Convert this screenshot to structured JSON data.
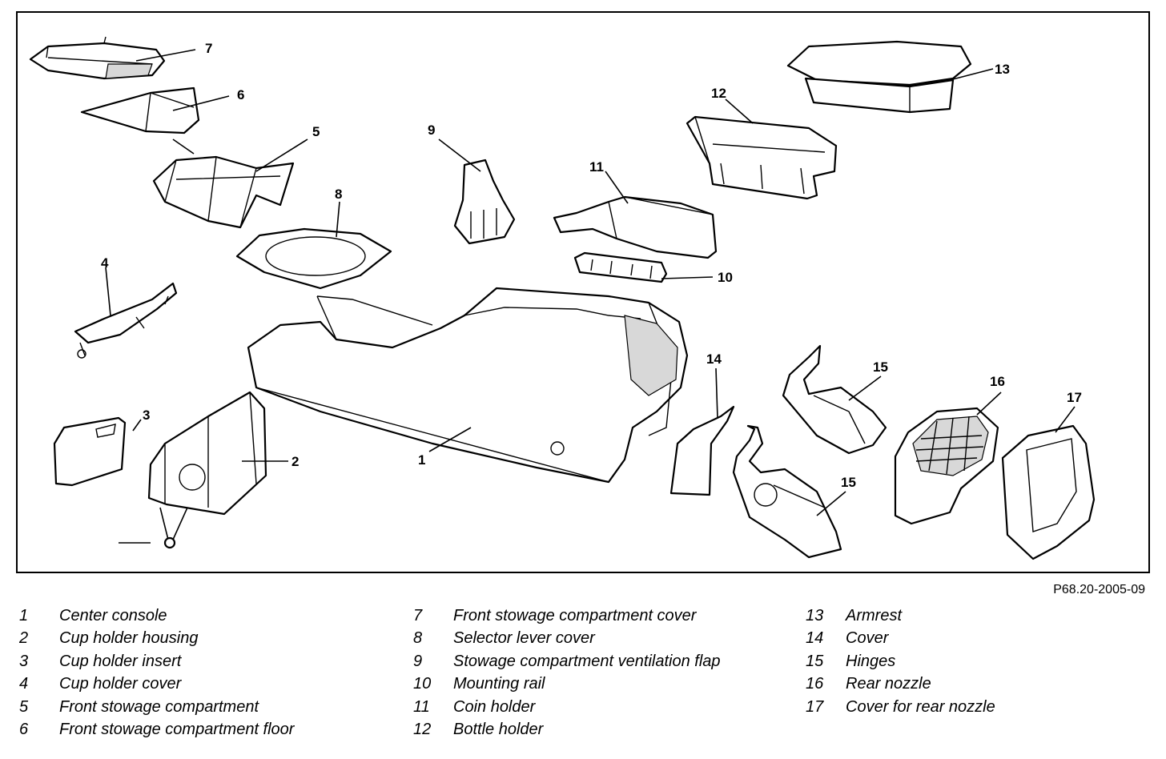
{
  "figure_id": "P68.20-2005-09",
  "callouts": [
    "1",
    "2",
    "3",
    "4",
    "5",
    "6",
    "7",
    "8",
    "9",
    "10",
    "11",
    "12",
    "13",
    "14",
    "15",
    "15",
    "16",
    "17"
  ],
  "legend": {
    "column1": [
      {
        "num": "1",
        "label": "Center console"
      },
      {
        "num": "2",
        "label": "Cup holder housing"
      },
      {
        "num": "3",
        "label": "Cup holder insert"
      },
      {
        "num": "4",
        "label": "Cup holder cover"
      },
      {
        "num": "5",
        "label": "Front stowage compartment"
      },
      {
        "num": "6",
        "label": "Front stowage compartment floor"
      }
    ],
    "column2": [
      {
        "num": "7",
        "label": "Front stowage compartment cover"
      },
      {
        "num": "8",
        "label": "Selector lever cover"
      },
      {
        "num": "9",
        "label": "Stowage compartment ventilation flap"
      },
      {
        "num": "10",
        "label": "Mounting rail"
      },
      {
        "num": "11",
        "label": "Coin holder"
      },
      {
        "num": "12",
        "label": "Bottle holder"
      }
    ],
    "column3": [
      {
        "num": "13",
        "label": "Armrest"
      },
      {
        "num": "14",
        "label": "Cover"
      },
      {
        "num": "15",
        "label": "Hinges"
      },
      {
        "num": "16",
        "label": "Rear nozzle"
      },
      {
        "num": "17",
        "label": "Cover for rear nozzle"
      }
    ]
  }
}
